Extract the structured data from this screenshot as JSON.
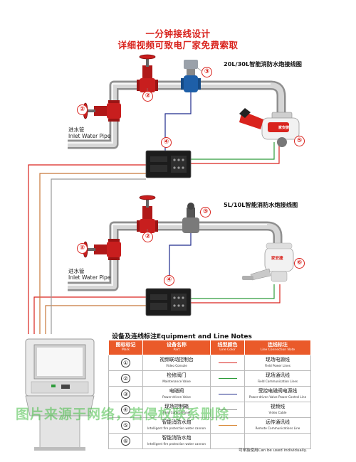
{
  "header": {
    "line1": "一分钟接线设计",
    "line2": "详细视频可致电厂家免费索取"
  },
  "diagram1": {
    "title": "20L/30L智能消防水炮接线图",
    "inlet_cn": "进水管",
    "inlet_en": "Inlet Water Pipe",
    "cannon_brand": "家安捷"
  },
  "diagram2": {
    "title": "5L/10L智能消防水炮接线图",
    "inlet_cn": "进水管",
    "inlet_en": "Inlet Water Pipe",
    "cannon_brand": "家安捷"
  },
  "markers": {
    "m1": "①",
    "m2": "②",
    "m3": "③",
    "m4": "④",
    "m5": "⑤",
    "m6": "⑥"
  },
  "legend": {
    "title": "设备及连线标注Equipment and Line Notes",
    "headers": [
      {
        "cn": "图标标记",
        "en": "Mark"
      },
      {
        "cn": "设备名称",
        "en": "Part"
      },
      {
        "cn": "线型颜色",
        "en": "Line Color"
      },
      {
        "cn": "连线标注",
        "en": "Line Connection Note"
      }
    ],
    "rows": [
      {
        "mark": "①",
        "part_cn": "视频联动控制台",
        "part_en": "Video Console",
        "color": "#d9231d",
        "note_cn": "现场电源线",
        "note_en": "Field Power Lines"
      },
      {
        "mark": "②",
        "part_cn": "检修阀门",
        "part_en": "Maintenance Valve",
        "color": "#2e9c3b",
        "note_cn": "现场通讯线",
        "note_en": "Field Communication Lines"
      },
      {
        "mark": "③",
        "part_cn": "电磁阀",
        "part_en": "Power-driven Valve",
        "color": "#1f2a8c",
        "note_cn": "受控电磁阀电源线",
        "note_en": "Power-driven Valve Power Control Line"
      },
      {
        "mark": "④",
        "part_cn": "现场控制箱",
        "part_en": "Field Control Panel",
        "color": "#999999",
        "note_cn": "视频线",
        "note_en": "Video Cable"
      },
      {
        "mark": "⑤",
        "part_cn": "智能消防水炮",
        "part_en": "Intelligent fire protection water cannon",
        "color": "#d98a3a",
        "note_cn": "远传通讯线",
        "note_en": "Remote Communications Line"
      },
      {
        "mark": "⑥",
        "part_cn": "智能消防水炮",
        "part_en": "Intelligent fire protection water cannon",
        "color": "",
        "note_cn": "",
        "note_en": ""
      }
    ]
  },
  "footnote": "可单独使用Can be used individually.",
  "watermark": "图片来源于网络，若侵权联系删除"
}
